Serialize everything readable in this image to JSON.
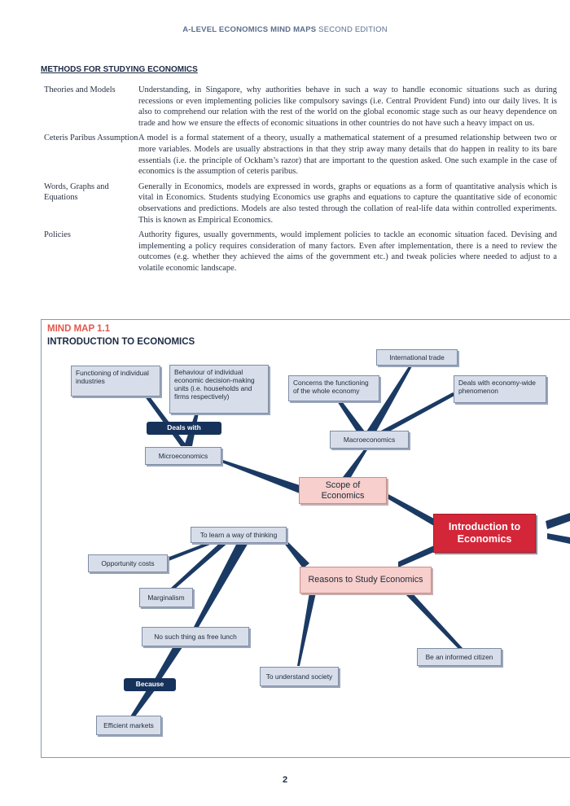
{
  "header": {
    "bold_part": "A-LEVEL ECONOMICS MIND MAPS",
    "rest": "SECOND EDITION"
  },
  "section": {
    "title": "METHODS FOR STUDYING ECONOMICS",
    "rows": [
      {
        "term": "Theories and Models",
        "desc": "Understanding, in Singapore, why authorities behave in such a way to handle economic situations such as during recessions or even implementing policies like compulsory savings (i.e. Central Provident Fund) into our daily lives. It is also to comprehend our relation with the rest of the world on the global economic stage such as our heavy dependence on trade and how we ensure the effects of economic situations in other countries do not have such a heavy impact on us."
      },
      {
        "term": "Ceteris Paribus Assumption",
        "desc": "A model is a formal statement of a theory, usually a mathematical statement of a presumed relationship between two or more variables. Models are usually abstractions in that they strip away many details that do happen in reality to its bare essentials (i.e. the principle of Ockham’s razor) that are important to the question asked. One such example in the case of economics is the assumption of ceteris paribus."
      },
      {
        "term": "Words, Graphs and Equations",
        "desc": "Generally in Economics, models are expressed in words, graphs or equations as a form of quantitative analysis which is vital in Economics. Students studying Economics use graphs and equations to capture the quantitative side of economic observations and predictions. Models are also tested through the collation of real-life data within controlled experiments. This is known as Empirical Economics."
      },
      {
        "term": "Policies",
        "desc": "Authority figures, usually governments, would implement policies to tackle an economic situation faced. Devising and implementing a policy requires consideration of many factors. Even after implementation, there is a need to review the outcomes (e.g. whether they achieved the aims of the government etc.) and tweak policies where needed to adjust to a volatile economic landscape."
      }
    ]
  },
  "mindmap": {
    "label": "MIND MAP 1.1",
    "title": "INTRODUCTION TO ECONOMICS",
    "center": "Introduction to Economics",
    "scope": "Scope of Economics",
    "reasons": "Reasons to Study Economics",
    "micro": "Microeconomics",
    "macro": "Macroeconomics",
    "deals_with": "Deals with",
    "functioning_industries": "Functioning of individual industries",
    "behaviour_units": "Behaviour of individual economic decision-making units (i.e. households and firms respectively)",
    "international_trade": "International trade",
    "whole_economy": "Concerns the functioning of the whole economy",
    "economy_wide": "Deals with economy-wide phenomenon",
    "way_of_thinking": "To learn a way of thinking",
    "opportunity_costs": "Opportunity costs",
    "marginalism": "Marginalism",
    "free_lunch": "No such thing as free lunch",
    "because": "Because",
    "efficient_markets": "Efficient markets",
    "understand_society": "To understand society",
    "informed_citizen": "Be an informed citizen"
  },
  "colors": {
    "link": "#1b3a63",
    "center_fill": "#d42639",
    "pink_fill": "#f7cfcc",
    "node_fill": "#d7deea",
    "tag_fill": "#16325a",
    "mm_label": "#e2574c"
  },
  "page_number": "2"
}
